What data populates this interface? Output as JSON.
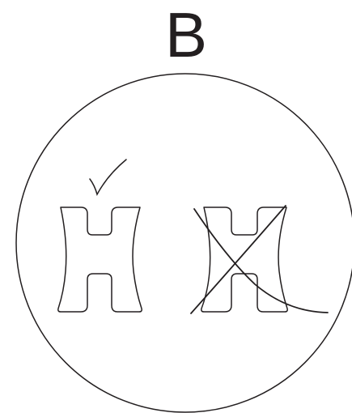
{
  "panel": {
    "label": "B"
  },
  "figure": {
    "stroke_color": "#231f20",
    "left_shape": {
      "marking": "checkmark",
      "state": "correct"
    },
    "right_shape": {
      "marking": "cross",
      "state": "incorrect"
    }
  }
}
